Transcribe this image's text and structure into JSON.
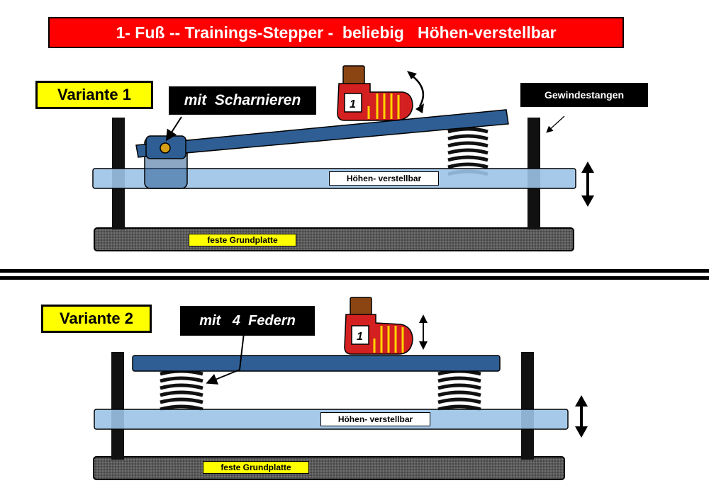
{
  "title": "1- Fuß -- Trainings-Stepper -  beliebig   Höhen-verstellbar",
  "variant1": {
    "label": "Variante 1",
    "hinge_label": "mit  Scharnieren",
    "threaded_rods_label": "Gewindestangen",
    "adjustable_label": "Höhen- verstellbar",
    "base_label": "feste Grundplatte",
    "foot_number": "1"
  },
  "variant2": {
    "label": "Variante 2",
    "springs_label": "mit   4  Federn",
    "adjustable_label": "Höhen- verstellbar",
    "base_label": "feste Grundplatte",
    "foot_number": "1"
  },
  "colors": {
    "title_bg": "#ff0000",
    "label_yellow": "#ffff00",
    "platform_blue": "#2e5e94",
    "adjustable_light_blue": "#9cc3e8",
    "base_dark": "#4a4a4a",
    "foot_red": "#d42020",
    "foot_stripes": "#ffd400",
    "heel_brown": "#8b4513"
  }
}
